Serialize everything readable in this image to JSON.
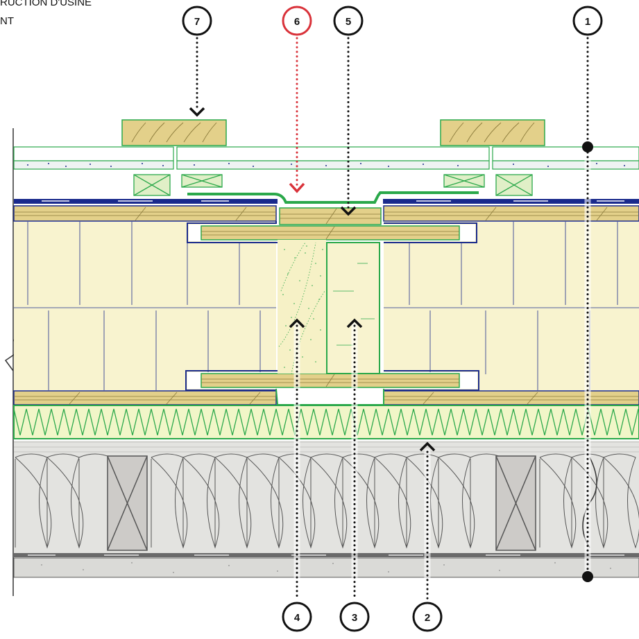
{
  "header": {
    "line1": "RUCTION D'USINE",
    "line2": "NT"
  },
  "callouts": [
    {
      "id": "callout-1",
      "label": "1",
      "color": "#111111"
    },
    {
      "id": "callout-2",
      "label": "2",
      "color": "#111111"
    },
    {
      "id": "callout-3",
      "label": "3",
      "color": "#111111"
    },
    {
      "id": "callout-4",
      "label": "4",
      "color": "#111111"
    },
    {
      "id": "callout-5",
      "label": "5",
      "color": "#111111"
    },
    {
      "id": "callout-6",
      "label": "6",
      "color": "#d9323a"
    },
    {
      "id": "callout-7",
      "label": "7",
      "color": "#111111"
    }
  ],
  "colors": {
    "timber": "#e3d08a",
    "timber_line": "#8a7a3a",
    "insulation": "#f8f3cf",
    "mineral_wool": "#e0e0e0",
    "fibre_board": "#f1f6c8",
    "membrane_blue": "#1a2a8c",
    "green_line": "#2aa84a",
    "accent_red": "#d9323a"
  }
}
